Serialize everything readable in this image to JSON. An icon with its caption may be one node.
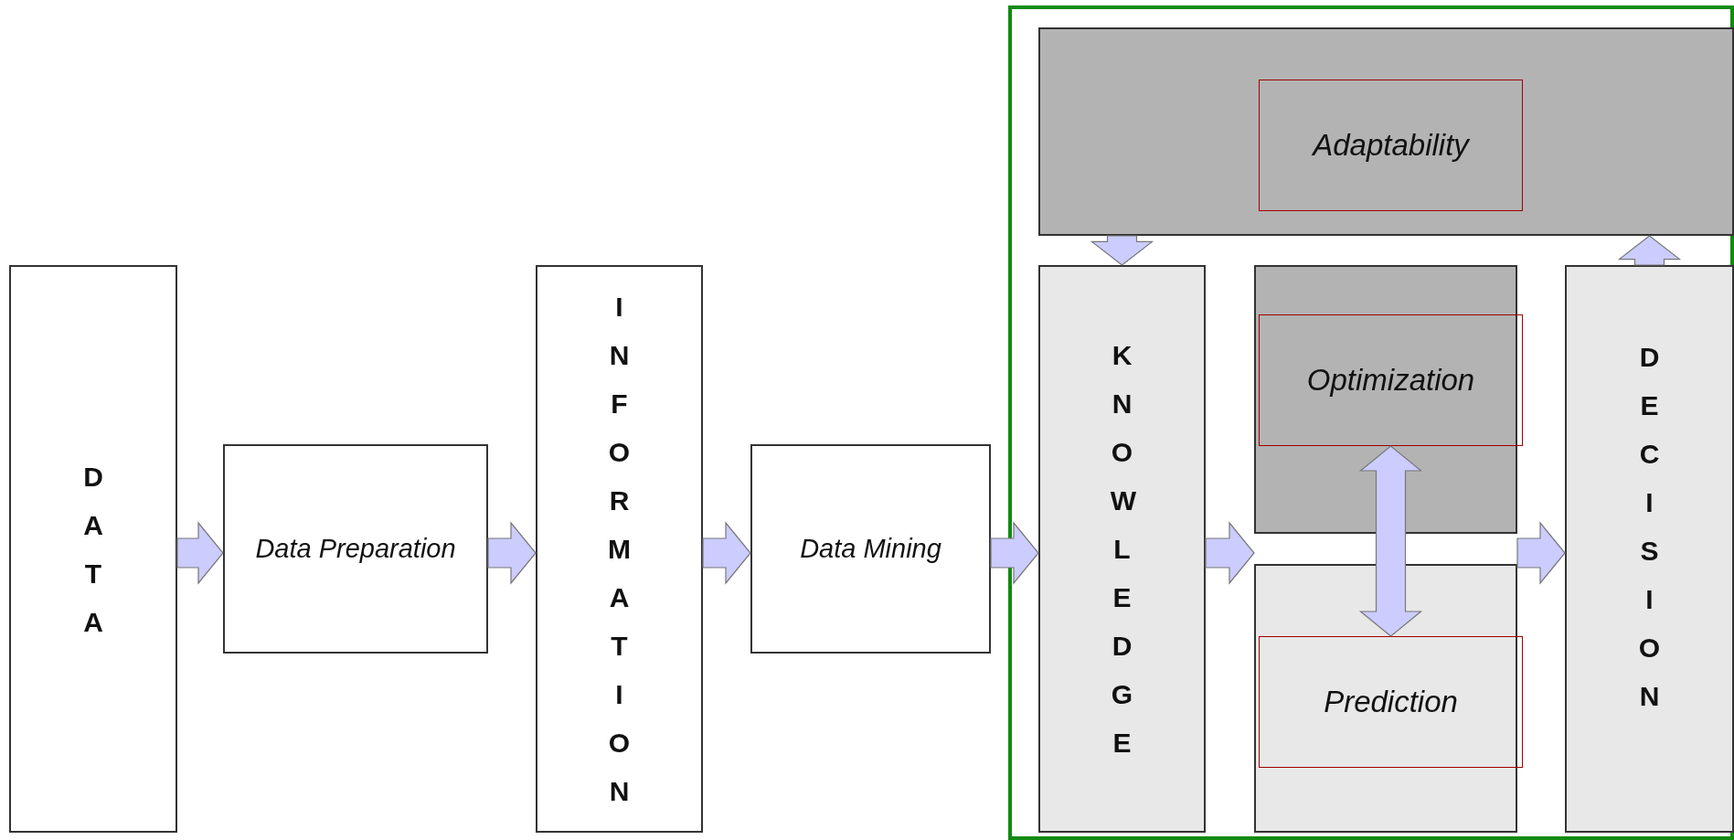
{
  "diagram": {
    "nodes": [
      {
        "text": [
          "DATA"
        ]
      },
      {
        "text": [
          "Data Preparation"
        ]
      },
      {
        "text": [
          "INFORMATION"
        ]
      },
      {
        "text": [
          "Data Mining"
        ]
      },
      {
        "text": [],
        "shape": "box"
      },
      {
        "text": [],
        "shape": "box",
        "in": 4
      },
      {
        "text": [
          "Adaptability"
        ],
        "in": 5
      },
      {
        "text": [
          "KNOWLEDGE"
        ],
        "in": 4
      },
      {
        "text": [],
        "shape": "box",
        "in": 4
      },
      {
        "text": [
          "Optimization"
        ],
        "in": 8
      },
      {
        "text": [],
        "shape": "box",
        "in": 4
      },
      {
        "text": [
          "Prediction"
        ],
        "in": 10
      },
      {
        "text": [
          "DECISION"
        ],
        "in": 4
      }
    ],
    "edges": [
      {
        "from": 0,
        "to": 1,
        "arrow": "to"
      },
      {
        "from": 1,
        "to": 2,
        "arrow": "to"
      },
      {
        "from": 2,
        "to": 3,
        "arrow": "to"
      },
      {
        "from": 3,
        "to": 7,
        "arrow": "to"
      },
      {
        "from": 7,
        "to": 10,
        "arrow": "to"
      },
      {
        "from": 10,
        "to": 12,
        "arrow": "to"
      },
      {
        "from": 9,
        "to": 11,
        "arrow": "both"
      },
      {
        "from": 5,
        "to": 7,
        "arrow": "to"
      },
      {
        "from": 12,
        "to": 5,
        "arrow": "to"
      }
    ]
  }
}
